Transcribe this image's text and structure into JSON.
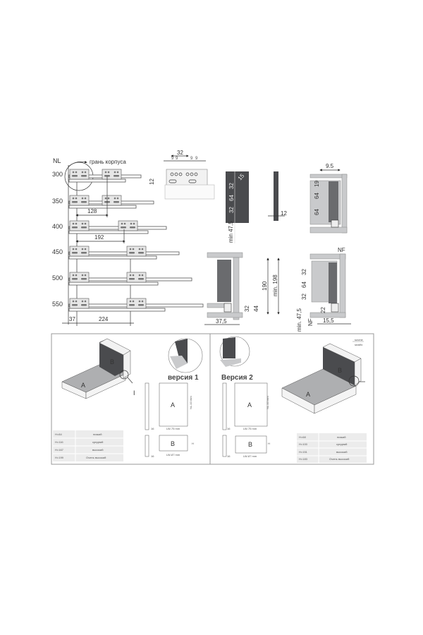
{
  "drawing": {
    "nl_label": "NL",
    "cabinet_edge_label": "грань корпуса",
    "rows": [
      "300",
      "350",
      "400",
      "450",
      "500",
      "550"
    ],
    "dims_left": {
      "d128": "128",
      "d192": "192",
      "d37": "37",
      "d224": "224"
    },
    "top_center": {
      "d32": "32",
      "d9a": "9",
      "d9b": "9",
      "d9c": "9",
      "d9d": "9",
      "d12": "12"
    },
    "panel_front": {
      "d32a": "32",
      "d64": "64",
      "d32b": "32",
      "min475": "min 47,5",
      "d15": "15"
    },
    "panel_side": {
      "d12": "12"
    },
    "section_top_right": {
      "d95": "9.5",
      "d19": "19",
      "d64a": "64",
      "d64b": "64"
    },
    "section_bottom_mid": {
      "d190": "190",
      "min198": "min. 198",
      "d32": "32",
      "d44": "44",
      "d375": "37,5"
    },
    "section_bottom_right": {
      "nf_top": "NF",
      "d32a": "32",
      "d64": "64",
      "d32b": "32",
      "d22": "22",
      "min475": "min. 47,5",
      "nf_bottom": "NF",
      "d155": "15,5"
    }
  },
  "panels": {
    "version1": {
      "title": "версия 1",
      "label_a": "A",
      "label_b": "B",
      "detail_mark": "I",
      "dim_a_width": "LW-75 mm",
      "dim_a_height": "NL-10 mm",
      "dim_b_width": "LW-87 mm",
      "dim_b_height": "H",
      "thickness": "16",
      "table": [
        {
          "h": "H=84",
          "name": "низкий"
        },
        {
          "h": "H=116",
          "name": "средний"
        },
        {
          "h": "H=167",
          "name": "высокий"
        },
        {
          "h": "H=199",
          "name": "Очень высокий"
        }
      ]
    },
    "version2": {
      "title": "Версия 2",
      "label_a": "A",
      "label_b": "B",
      "dim_a_width": "LW-75 mm",
      "dim_a_height": "NL-10 mm",
      "dim_b_width": "LW-87 mm",
      "dim_b_height": "H",
      "thickness": "16",
      "legend": [
        "sovme",
        "sealfix"
      ],
      "table": [
        {
          "h": "H=68",
          "name": "низкий"
        },
        {
          "h": "H=100",
          "name": "средний"
        },
        {
          "h": "H=151",
          "name": "высокий"
        },
        {
          "h": "H=183",
          "name": "Очень высокий"
        }
      ]
    }
  }
}
